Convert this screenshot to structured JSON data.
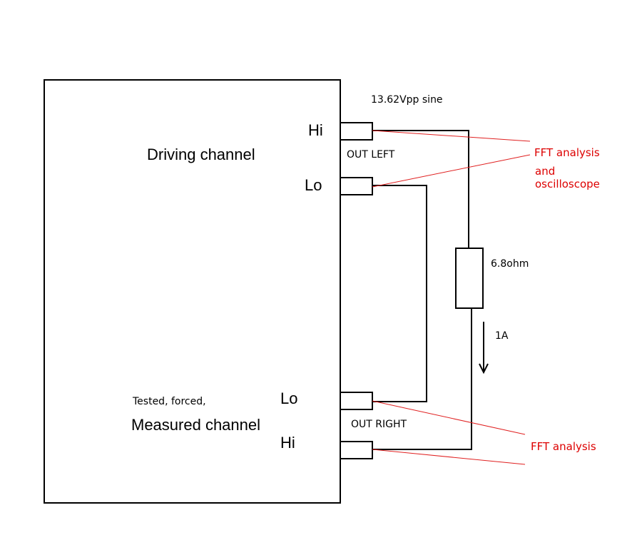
{
  "diagram": {
    "device": {
      "driving_channel": "Driving channel",
      "measured_line1": "Tested, forced,",
      "measured_line2": "Measured channel"
    },
    "terminals": {
      "left_hi": "Hi",
      "left_lo": "Lo",
      "right_lo": "Lo",
      "right_hi": "Hi"
    },
    "outputs": {
      "out_left": "OUT LEFT",
      "out_right": "OUT RIGHT"
    },
    "signal": "13.62Vpp sine",
    "resistor": "6.8ohm",
    "current": "1A",
    "annotations": {
      "top_line1": "FFT analysis",
      "top_line2": "and",
      "top_line3": "oscilloscope",
      "bottom": "FFT analysis"
    },
    "colors": {
      "wire": "#000000",
      "annotation": "#dd0000"
    }
  }
}
